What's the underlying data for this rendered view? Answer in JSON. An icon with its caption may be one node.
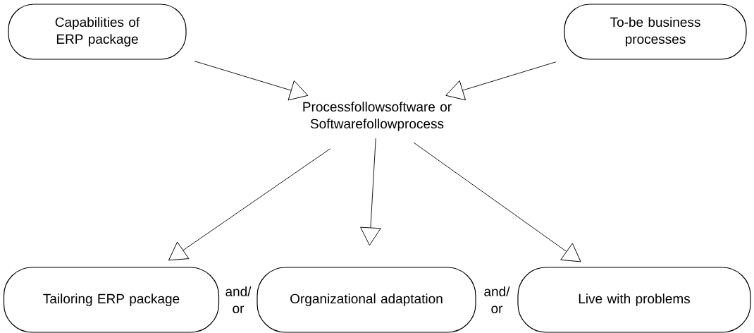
{
  "diagram": {
    "nodes": [
      {
        "text": [
          "Capabilities of ERP package"
        ]
      },
      {
        "text": [
          "To-be business processes"
        ]
      },
      {
        "text": [
          "Processfollowsoftware or Softwarefollowprocess"
        ]
      },
      {
        "text": [
          "Tailoring ERP package"
        ]
      },
      {
        "text": [
          "Organizational adaptation"
        ]
      },
      {
        "text": [
          "Live with problems"
        ]
      }
    ],
    "edges": [
      {
        "from": 0,
        "to": 2,
        "arrow": "to"
      },
      {
        "from": 1,
        "to": 2,
        "arrow": "to"
      },
      {
        "from": 2,
        "to": 3,
        "arrow": "to"
      },
      {
        "from": 2,
        "to": 4,
        "arrow": "to"
      },
      {
        "from": 2,
        "to": 5,
        "arrow": "to"
      }
    ],
    "labels": [
      "and/ or",
      "and/ or"
    ]
  }
}
